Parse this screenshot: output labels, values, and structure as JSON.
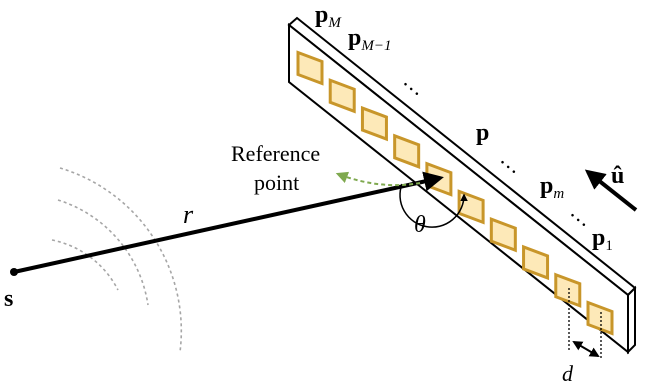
{
  "labels": {
    "p_M": "M",
    "p_M_minus_1": "M−1",
    "p_m": "m",
    "p_1": "1",
    "p_bold": "p",
    "u_hat": "û",
    "reference_point_line1": "Reference",
    "reference_point_line2": "point",
    "r": "r",
    "theta": "θ",
    "s": "s",
    "d": "d",
    "ellipsis": "…"
  },
  "colors": {
    "element_fill": "#fde9b8",
    "element_stroke": "#c8962a",
    "panel_fill": "#ffffff",
    "panel_stroke": "#000000",
    "wave_stroke": "#a6a6a6",
    "reference_arrow": "#7fa94f",
    "main_arrow": "#000000"
  },
  "array": {
    "element_count": 10
  }
}
